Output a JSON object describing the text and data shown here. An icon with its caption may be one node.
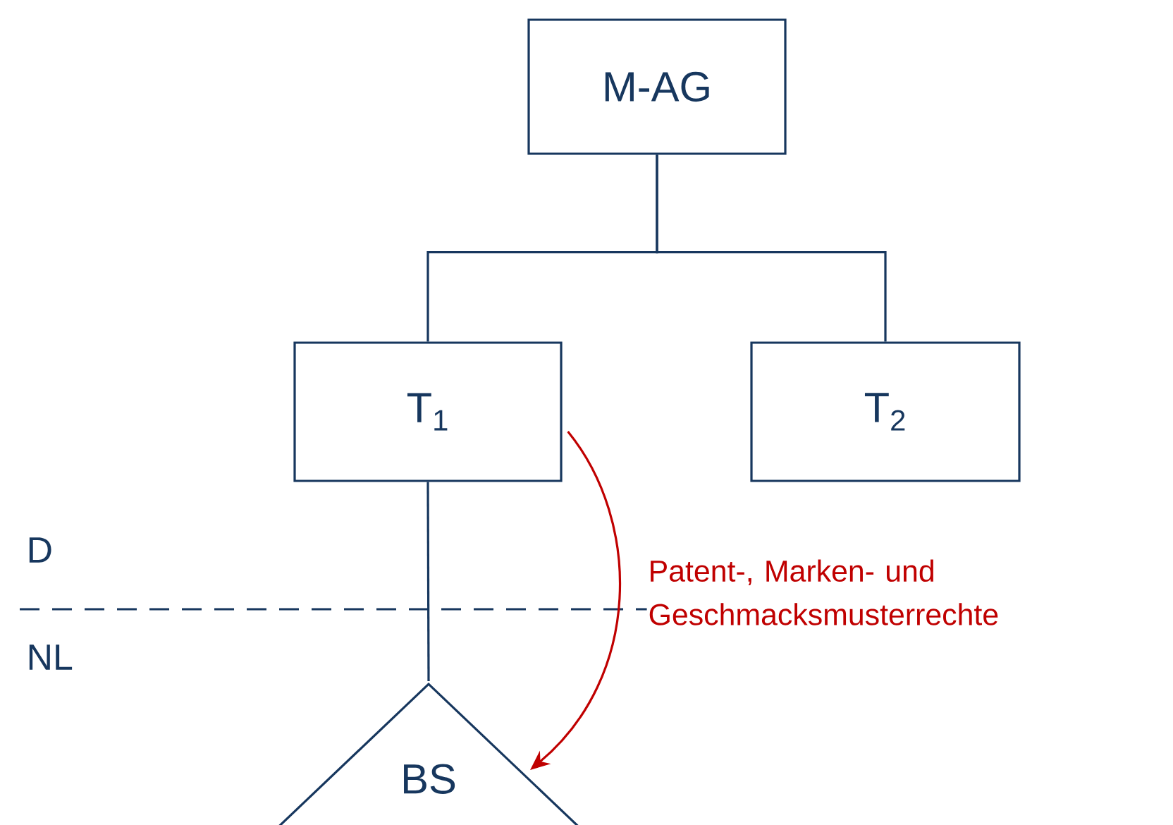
{
  "diagram": {
    "nodes": [
      {
        "text": [
          "M-AG"
        ]
      },
      {
        "text": [
          "T$_{1}$"
        ]
      },
      {
        "text": [
          "T$_{2}$"
        ]
      },
      {
        "text": [
          "BS"
        ]
      }
    ],
    "edges": [
      {
        "from": 0,
        "to": 1,
        "arrow": "none"
      },
      {
        "from": 0,
        "to": 2,
        "arrow": "none"
      },
      {
        "from": 1,
        "to": 3,
        "arrow": "none"
      },
      {
        "from": 1,
        "to": 3,
        "arrow": "to",
        "color": "#c00000",
        "label": "Patent-, Marken- und Geschmacksmusterrechte"
      }
    ],
    "labels": [
      "D",
      "NL"
    ]
  }
}
